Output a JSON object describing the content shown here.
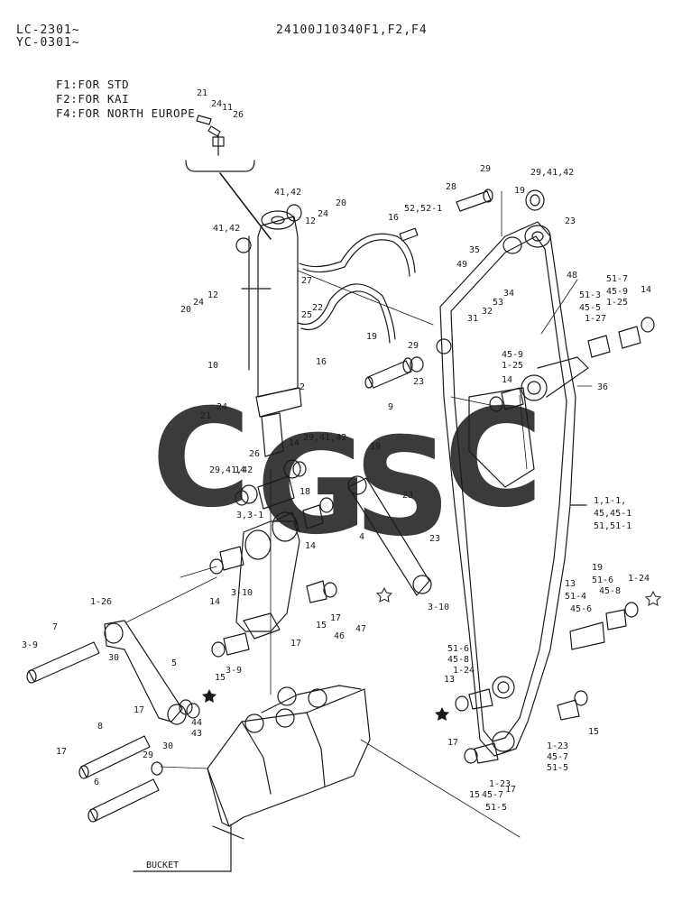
{
  "header": {
    "serial_1": "LC-2301~",
    "serial_2": "YC-0301~",
    "part_number": "24100J10340F1,F2,F4"
  },
  "legend": {
    "items": [
      "F1:FOR STD",
      "F2:FOR KAI",
      "F4:FOR NORTH EUROPE"
    ]
  },
  "watermark": {
    "letters": [
      "C",
      "G",
      "S",
      "C"
    ],
    "colors": [
      "#4a86e8",
      "#ea4335",
      "#fbbc04",
      "#34a853"
    ]
  },
  "colors": {
    "line": "#1a1a1a",
    "background": "#ffffff"
  },
  "labels": {
    "bucket": "BUCKET",
    "callouts": [
      "21",
      "24",
      "11",
      "26",
      "41,42",
      "20",
      "24",
      "12",
      "16",
      "52,52-1",
      "28",
      "29",
      "29,41,42",
      "19",
      "23",
      "41,42",
      "35",
      "49",
      "48",
      "27",
      "22",
      "24",
      "12",
      "20",
      "25",
      "34",
      "53",
      "32",
      "31",
      "51-7",
      "45-9",
      "1-25",
      "14",
      "51-3",
      "45-5",
      "1-27",
      "10",
      "16",
      "19",
      "29",
      "45-9",
      "1-25",
      "2",
      "14",
      "9",
      "23",
      "36",
      "24",
      "21",
      "29,41,42",
      "19",
      "14",
      "29,41,42",
      "26",
      "14",
      "18",
      "23",
      "1,1-1,",
      "45,45-1",
      "51,51-1",
      "3,3-1",
      "3-10",
      "14",
      "23",
      "4",
      "14",
      "3-10",
      "19",
      "51-6",
      "45-8",
      "1-24",
      "13",
      "51-4",
      "45-6",
      "1-26",
      "17",
      "15",
      "3-9",
      "7",
      "30",
      "5",
      "17",
      "15",
      "3-9",
      "47",
      "46",
      "17",
      "51-6",
      "45-8",
      "1-24",
      "13",
      "44",
      "43",
      "17",
      "30",
      "8",
      "29",
      "17",
      "6",
      "15",
      "1-23",
      "45-7",
      "51-5",
      "15",
      "45-7",
      "51-5",
      "1-23",
      "17"
    ]
  }
}
